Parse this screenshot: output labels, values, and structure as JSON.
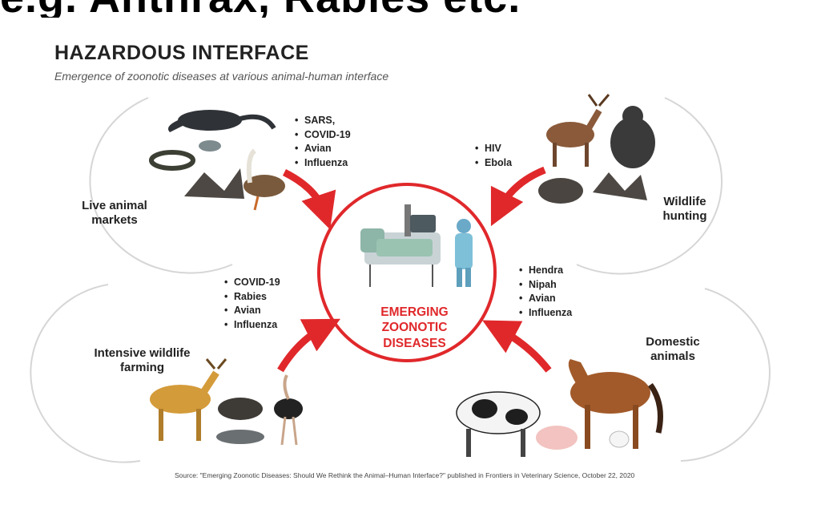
{
  "banner": {
    "partial_text": "e.g. Anthrax, Rabies etc."
  },
  "header": {
    "title": "HAZARDOUS INTERFACE",
    "subtitle": "Emergence of zoonotic diseases at various animal-human interface"
  },
  "center": {
    "line1": "EMERGING",
    "line2": "ZOONOTIC",
    "line3": "DISEASES"
  },
  "quadrants": {
    "live_markets": {
      "label_line1": "Live animal",
      "label_line2": "markets",
      "diseases": [
        "SARS,",
        "COVID-19",
        "Avian",
        "Influenza"
      ]
    },
    "wildlife_hunting": {
      "label_line1": "Wildlife",
      "label_line2": "hunting",
      "diseases": [
        "HIV",
        "Ebola"
      ]
    },
    "wildlife_farming": {
      "label_line1": "Intensive wildlife",
      "label_line2": "farming",
      "diseases": [
        "COVID-19",
        "Rabies",
        "Avian",
        "Influenza"
      ]
    },
    "domestic": {
      "label_line1": "Domestic",
      "label_line2": "animals",
      "diseases": [
        "Hendra",
        "Nipah",
        "Avian",
        "Influenza"
      ]
    }
  },
  "source": "Source: \"Emerging Zoonotic Diseases: Should We Rethink the Animal–Human Interface?\" published in Frontiers in Veterinary Science, October 22, 2020",
  "colors": {
    "accent_red": "#e0282b",
    "arc_gray": "#d6d6d6"
  }
}
